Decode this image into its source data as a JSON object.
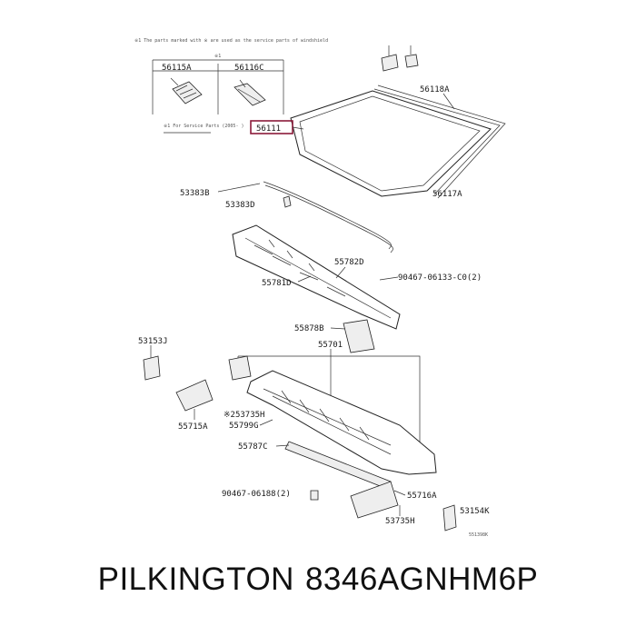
{
  "diagram": {
    "note_top": "※1 The parts marked with ※ are used as the service parts of windshield",
    "note_box": "※1 For Service Parts (2005- )",
    "box_marker": "※1",
    "parts": {
      "p56115A": "56115A",
      "p56116C": "56116C",
      "p56111": "56111",
      "p56118A": "56118A",
      "p56117A": "56117A",
      "p53383B": "53383B",
      "p53383D": "53383D",
      "p55782D": "55782D",
      "p90467_06133": "90467-06133-C0(2)",
      "p55781D": "55781D",
      "p55878B": "55878B",
      "p55701": "55701",
      "p53153J": "53153J",
      "p253735H": "※253735H",
      "p55799G": "55799G",
      "p55715A": "55715A",
      "p55787C": "55787C",
      "p90467_06188": "90467-06188(2)",
      "p55716A": "55716A",
      "p53154K": "53154K",
      "p53735H": "53735H",
      "ref": "551398K"
    },
    "highlight_color": "#8b1a3a"
  },
  "caption": {
    "brand": "PILKINGTON",
    "part_number": "8346AGNHM6P"
  }
}
